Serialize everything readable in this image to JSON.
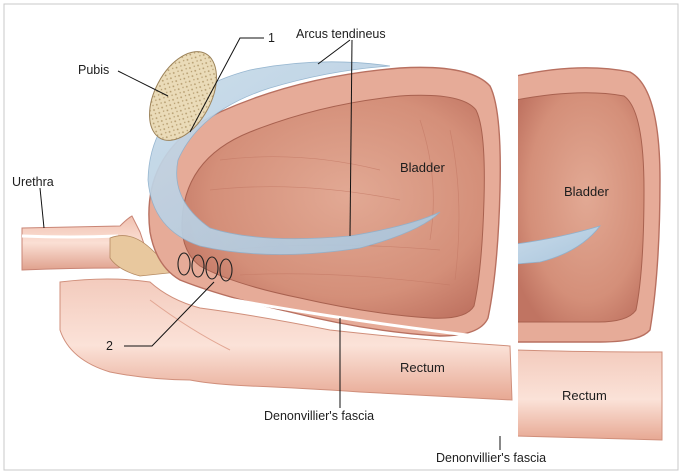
{
  "labels": {
    "marker_1": "1",
    "arcus_tendineus": "Arcus tendineus",
    "pubis": "Pubis",
    "urethra": "Urethra",
    "bladder_main": "Bladder",
    "bladder_inset": "Bladder",
    "marker_2": "2",
    "rectum_main": "Rectum",
    "rectum_inset": "Rectum",
    "denonvillier_main": "Denonvillier's fascia",
    "denonvillier_inset": "Denonvillier's fascia"
  },
  "colors": {
    "tissue_pink": "#e9b6a4",
    "tissue_dark": "#c98575",
    "bladder_interior": "#d99a84",
    "fascia_blue": "#b6d0e4",
    "bone_tan": "#e8d8b4",
    "border": "#bdbdbd"
  }
}
